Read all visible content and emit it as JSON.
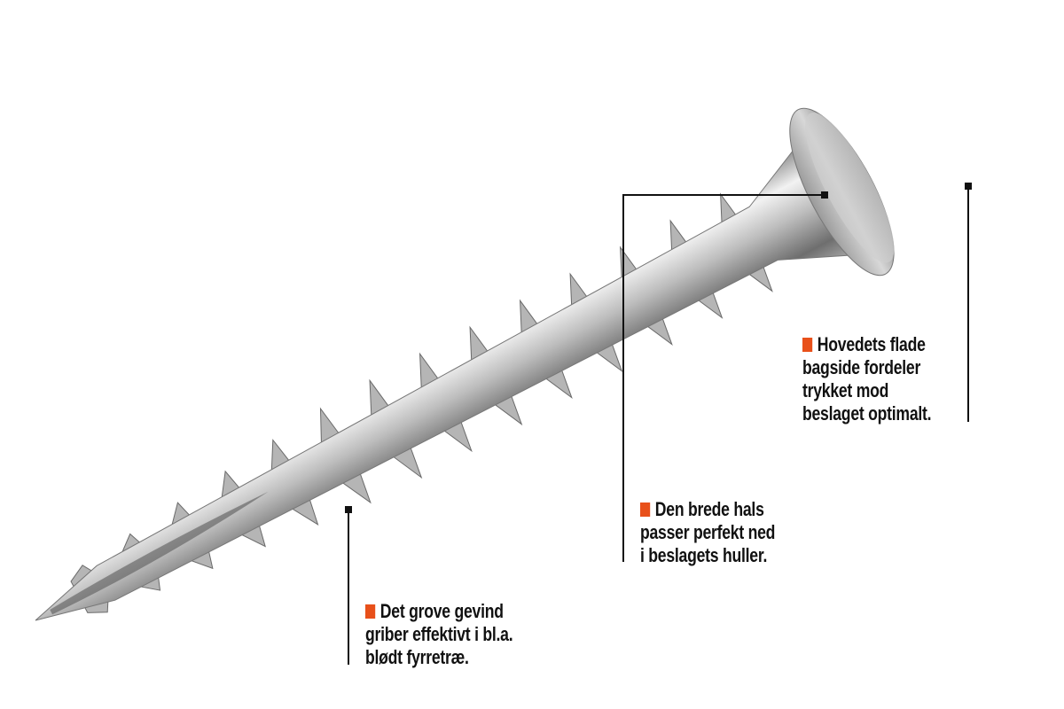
{
  "colors": {
    "accent": "#e8501a",
    "leader": "#111111",
    "metal_light": "#e9e9e9",
    "metal_dark": "#6d6d6d"
  },
  "annotations": [
    {
      "lines": [
        "Det grove gevind",
        "griber effektivt i bl.a.",
        "blødt fyrretræ."
      ]
    },
    {
      "lines": [
        "Den brede hals",
        "passer perfekt ned",
        "i beslagets huller."
      ]
    },
    {
      "lines": [
        "Hovedets flade",
        "bagside fordeler",
        "trykket mod",
        "beslaget optimalt."
      ]
    }
  ]
}
